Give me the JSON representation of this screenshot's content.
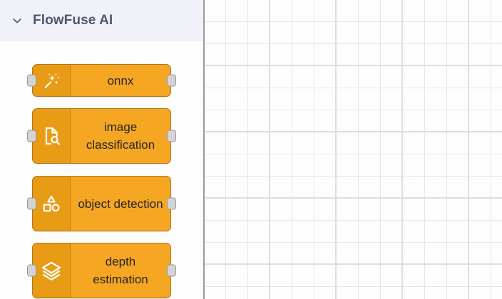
{
  "palette": {
    "header": {
      "label": "FlowFuse AI",
      "chevron_icon": "chevron-down-icon",
      "expanded": true,
      "background_color": "#f1f1fa",
      "text_color": "#4d5a6b"
    },
    "node_color": "#f5a623",
    "node_icon_cell_color": "#e89b15",
    "port_color": "#d4d4d4",
    "nodes": [
      {
        "label": "onnx",
        "icon": "magic-wand-icon",
        "has_input_port": true,
        "has_output_port": true
      },
      {
        "label": "image classification",
        "icon": "file-search-icon",
        "has_input_port": true,
        "has_output_port": true
      },
      {
        "label": "object detection",
        "icon": "shapes-icon",
        "has_input_port": true,
        "has_output_port": true
      },
      {
        "label": "depth estimation",
        "icon": "layers-icon",
        "has_input_port": true,
        "has_output_port": true
      }
    ]
  },
  "canvas": {
    "grid_color": "#e5e5f2",
    "background_color": "#fdfdfe",
    "grid_size": 31
  }
}
